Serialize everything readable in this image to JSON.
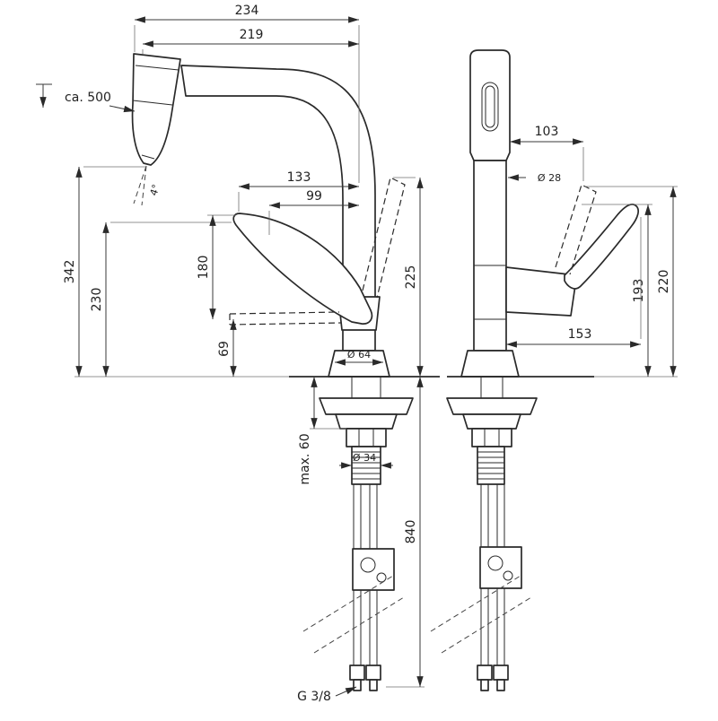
{
  "page": {
    "background": "#ffffff",
    "drawing_color": "#2a2a2a",
    "description": "Technical dimension drawing of a kitchen mixer tap with pull-out spray: side view (left) and front view (right)"
  },
  "side_view": {
    "label": "side-view",
    "dims": {
      "overall_reach": "234",
      "spout_reach": "219",
      "hose_length": "ca. 500",
      "overall_height": "342",
      "spout_height": "230",
      "handle_arc": "180",
      "handle_clearance": "69",
      "lever_reach_outer": "133",
      "lever_reach_inner": "99",
      "handle_top_height": "225",
      "spray_angle": "4°",
      "base_diameter": "Ø 64",
      "hole_diameter": "Ø 34",
      "max_deck_thickness": "max. 60",
      "hose_drop_length": "840",
      "connection_thread": "G 3/8"
    }
  },
  "front_view": {
    "label": "front-view",
    "dims": {
      "handle_offset": "103",
      "body_diameter": "Ø 28",
      "lever_pivot_height": "193",
      "lever_top_height": "220",
      "handle_reach": "153"
    }
  }
}
